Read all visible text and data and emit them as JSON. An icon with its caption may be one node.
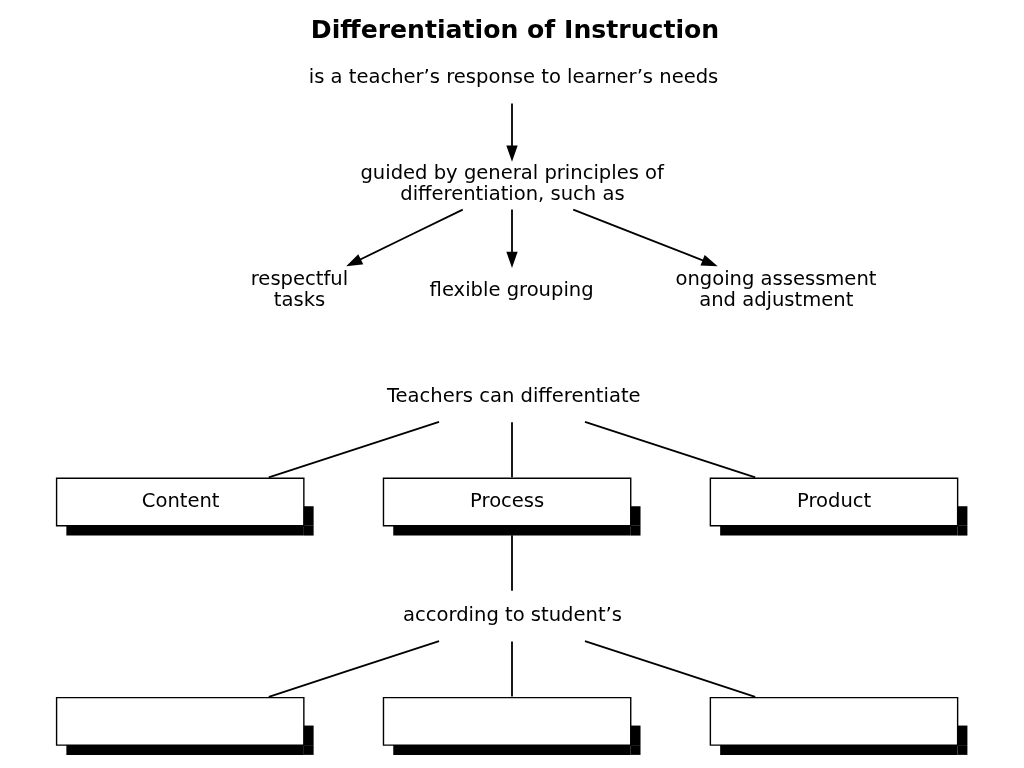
{
  "diagram": {
    "title": "Differentiation of Instruction",
    "nodes": [
      {
        "text": [
          "is a teacher’s response to learner’s needs"
        ]
      },
      {
        "text": [
          "guided by general principles of differentiation, such as"
        ]
      },
      {
        "text": [
          "respectful tasks"
        ]
      },
      {
        "text": [
          "flexible grouping"
        ]
      },
      {
        "text": [
          "ongoing assessment and adjustment"
        ]
      },
      {
        "text": [
          "Teachers can differentiate"
        ]
      },
      {
        "text": [
          "Content"
        ]
      },
      {
        "text": [
          "Process"
        ]
      },
      {
        "text": [
          "Product"
        ]
      },
      {
        "text": [
          "according to student’s"
        ]
      },
      {
        "text": [],
        "shape": "box"
      },
      {
        "text": [],
        "shape": "box"
      },
      {
        "text": [],
        "shape": "box"
      }
    ],
    "edges": [
      {
        "from": 0,
        "to": 1,
        "arrow": "to"
      },
      {
        "from": 1,
        "to": 2,
        "arrow": "to"
      },
      {
        "from": 1,
        "to": 3,
        "arrow": "to"
      },
      {
        "from": 1,
        "to": 4,
        "arrow": "to"
      },
      {
        "from": 5,
        "to": 6,
        "arrow": "none"
      },
      {
        "from": 5,
        "to": 7,
        "arrow": "none"
      },
      {
        "from": 5,
        "to": 8,
        "arrow": "none"
      },
      {
        "from": 7,
        "to": 9,
        "arrow": "none"
      },
      {
        "from": 9,
        "to": 10,
        "arrow": "none"
      },
      {
        "from": 9,
        "to": 11,
        "arrow": "none"
      },
      {
        "from": 9,
        "to": 12,
        "arrow": "none"
      }
    ]
  }
}
